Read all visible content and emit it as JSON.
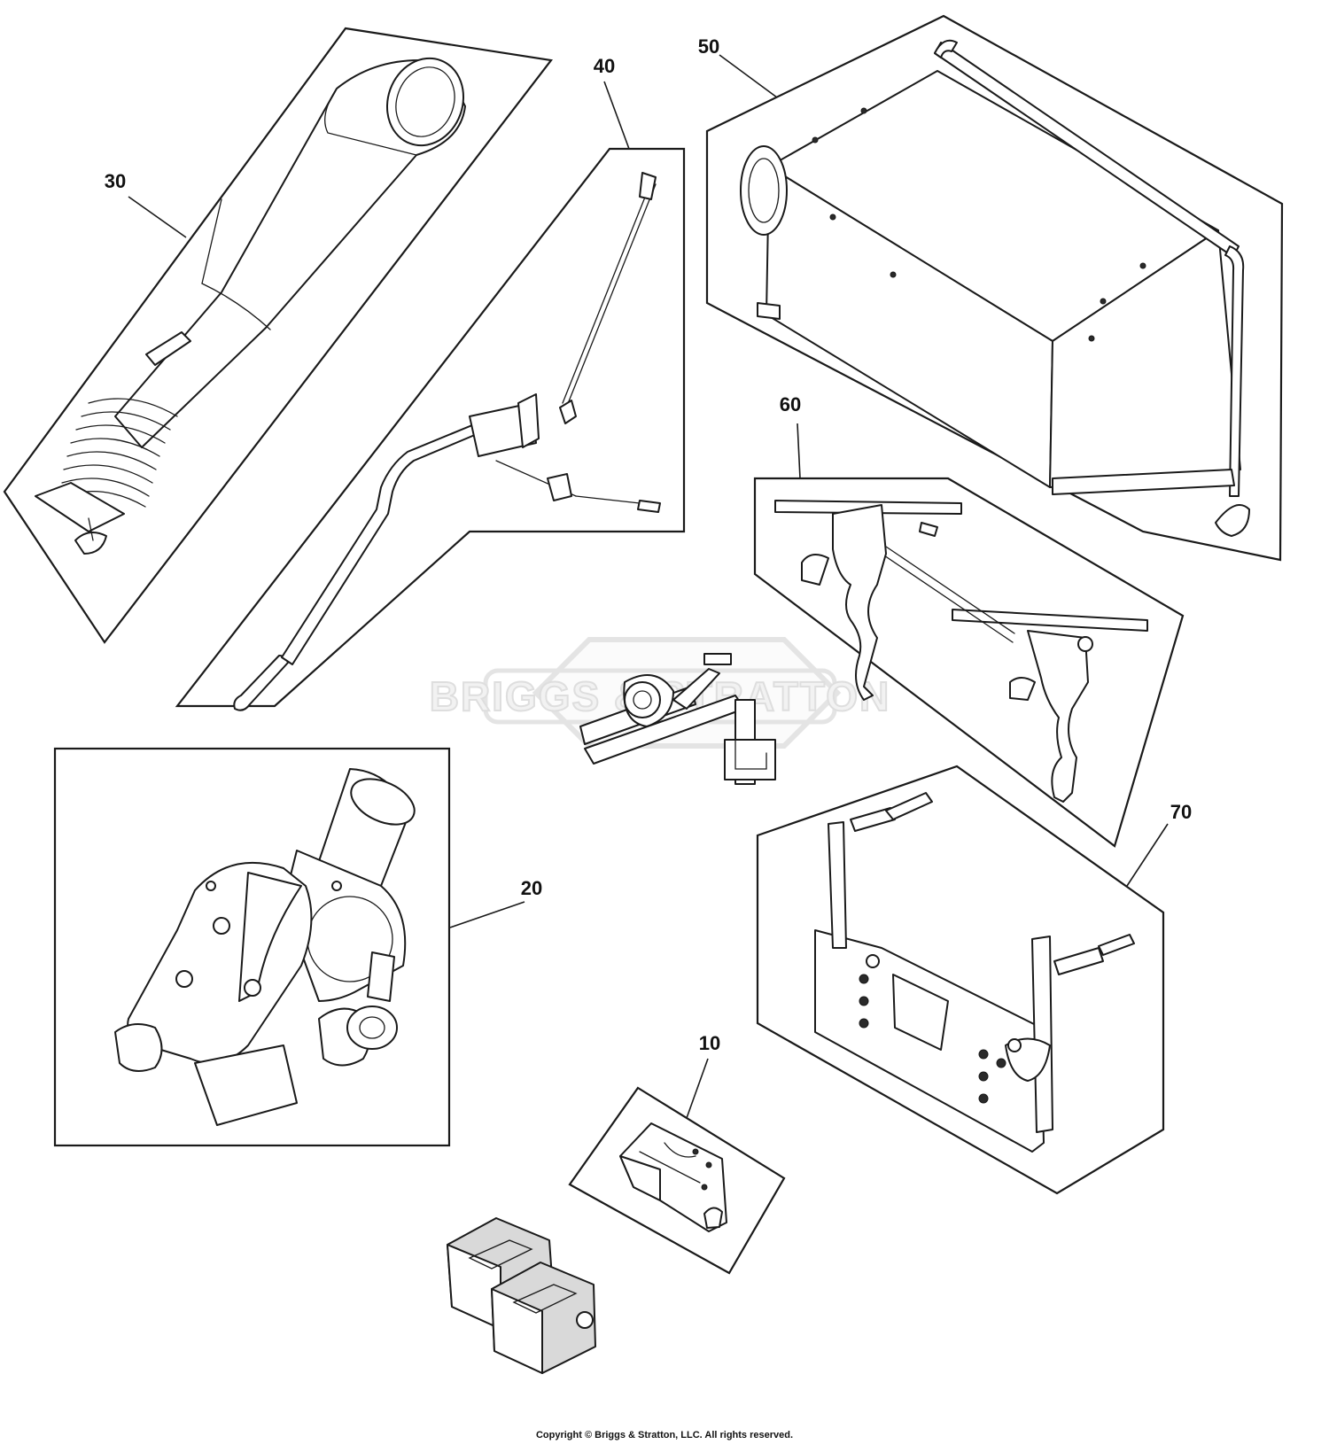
{
  "callouts": [
    {
      "id": "30",
      "text": "30"
    },
    {
      "id": "40",
      "text": "40"
    },
    {
      "id": "50",
      "text": "50"
    },
    {
      "id": "60",
      "text": "60"
    },
    {
      "id": "20",
      "text": "20"
    },
    {
      "id": "70",
      "text": "70"
    },
    {
      "id": "10",
      "text": "10"
    }
  ],
  "watermark": "BRIGGS & STRATTON",
  "copyright": "Copyright © Briggs & Stratton, LLC. All rights reserved.",
  "colors": {
    "ink": "#1a1a1a",
    "watermark": "#e4e4e4",
    "background": "#ffffff"
  }
}
